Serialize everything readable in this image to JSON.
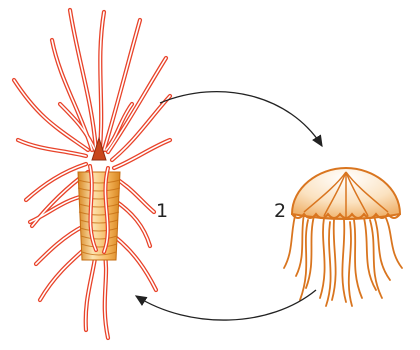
{
  "stages": [
    {
      "id": "polyp",
      "label": "1"
    },
    {
      "id": "medusa",
      "label": "2"
    }
  ],
  "colors": {
    "tentacle": "#e8432a",
    "polyp_body_light": "#fce3b0",
    "polyp_body_mid": "#f6b860",
    "polyp_body_dark": "#d88620",
    "medusa": "#d9751f",
    "medusa_light": "#f4c07a",
    "arrow": "#222222"
  }
}
